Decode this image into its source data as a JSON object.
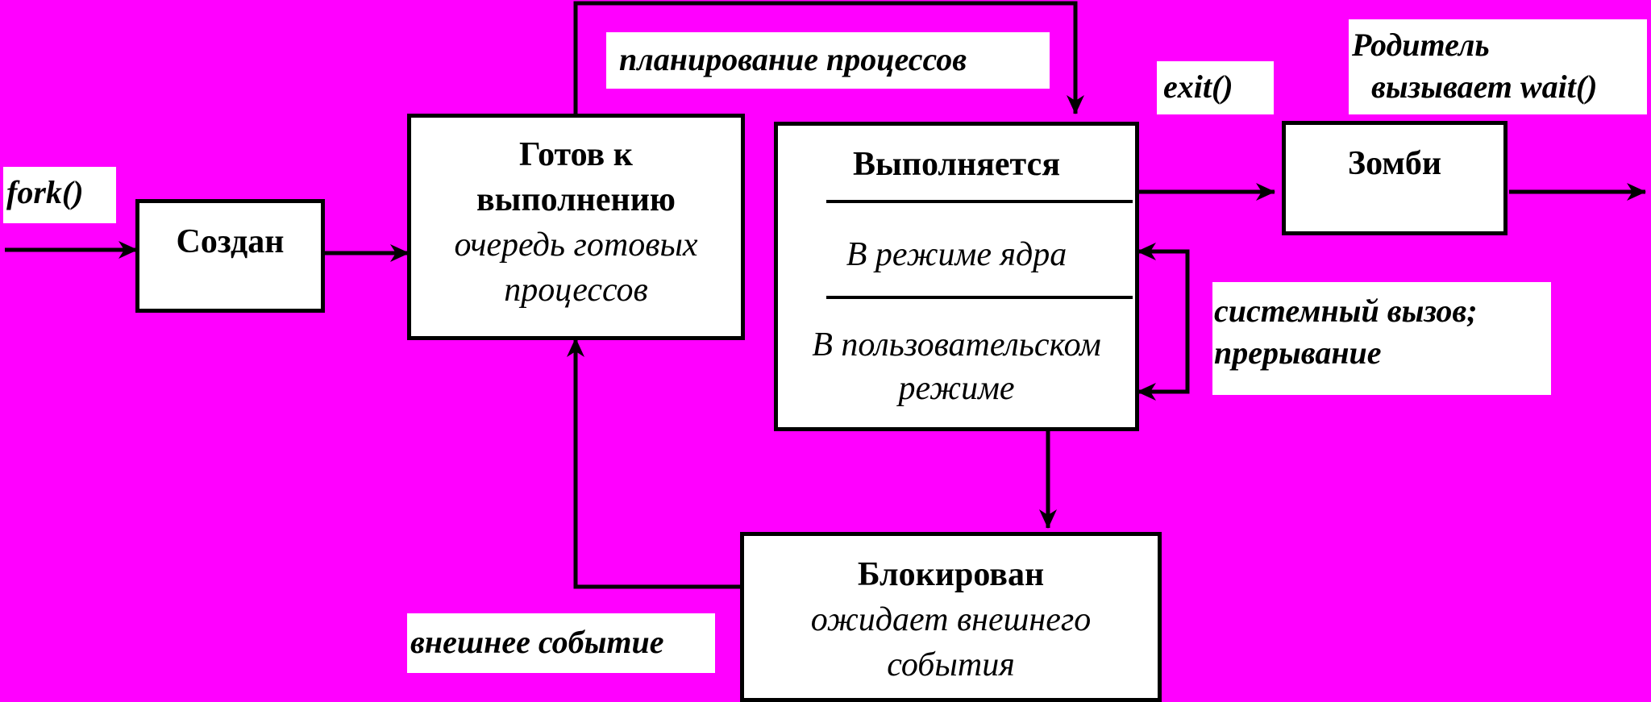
{
  "colors": {
    "background": "#FF00FF",
    "box_fill": "#FFFFFF",
    "stroke": "#000000"
  },
  "states": {
    "created": {
      "title": "Создан"
    },
    "ready": {
      "title_line1": "Готов к",
      "title_line2": "выполнению",
      "sub_line1": "очередь готовых",
      "sub_line2": "процессов"
    },
    "running": {
      "title": "Выполняется",
      "kernel_mode": "В режиме ядра",
      "user_mode_line1": "В пользовательском",
      "user_mode_line2": "режиме"
    },
    "zombie": {
      "title": "Зомби"
    },
    "blocked": {
      "title": "Блокирован",
      "sub_line1": "ожидает внешнего",
      "sub_line2": "события"
    }
  },
  "transitions": {
    "fork": "fork()",
    "scheduling": "планирование процессов",
    "exit": "exit()",
    "parent_wait_line1": "Родитель",
    "parent_wait_line2": "вызывает wait()",
    "syscall_line1": "системный вызов;",
    "syscall_line2": "прерывание",
    "external_event": "внешнее событие"
  }
}
